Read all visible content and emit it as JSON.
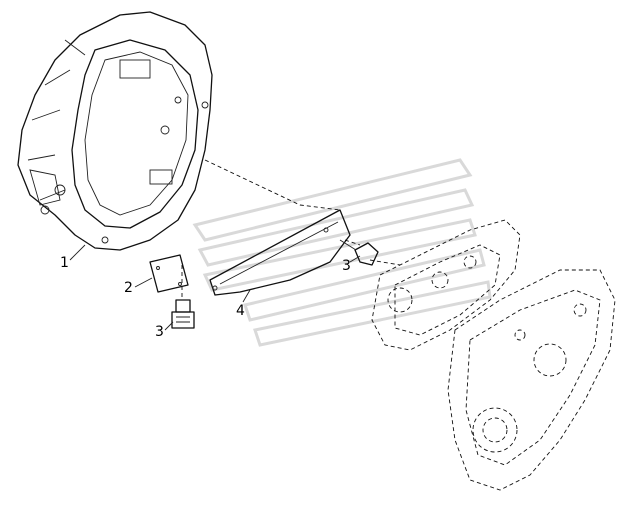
{
  "diagram": {
    "callouts": {
      "housing": "1",
      "cover_plate": "2",
      "bolt_lower": "3",
      "bolt_upper": "3",
      "shield": "4"
    }
  }
}
